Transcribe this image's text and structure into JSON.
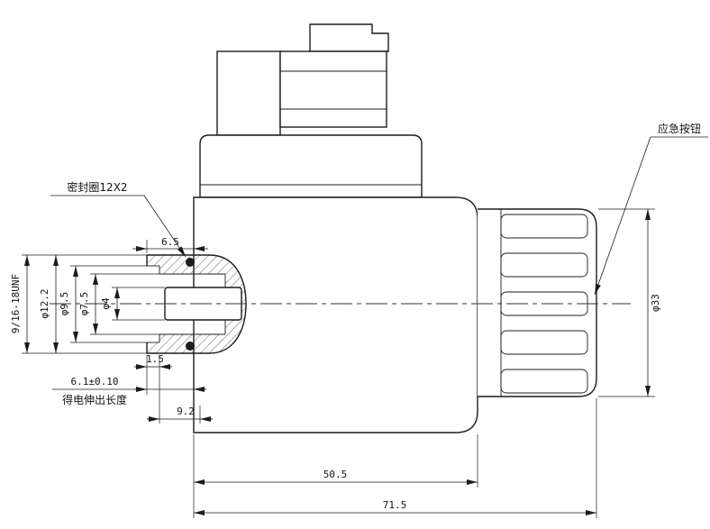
{
  "drawing": {
    "type": "engineering-cross-section",
    "component": "solenoid-coil-with-emergency-button",
    "colors": {
      "line": "#1c1c1c",
      "background": "#ffffff",
      "hatch": "#555555"
    }
  },
  "labels": {
    "seal_ring_callout": "密封圈12X2",
    "emergency_button_callout": "应急按钮",
    "extension_note": "得电伸出长度"
  },
  "dimensions": {
    "thread_spec": "9/16-18UNF",
    "dia_outer": "φ12.2",
    "dia_counterbore": "φ9.5",
    "dia_bore": "φ7.5",
    "dia_pin": "φ4",
    "stem_length": "6.5",
    "counterbore_depth": "1.5",
    "pin_extension": "6.1±0.10",
    "stem_offset": "9.2",
    "body_length": "50.5",
    "total_length": "71.5",
    "knob_dia": "φ33"
  }
}
